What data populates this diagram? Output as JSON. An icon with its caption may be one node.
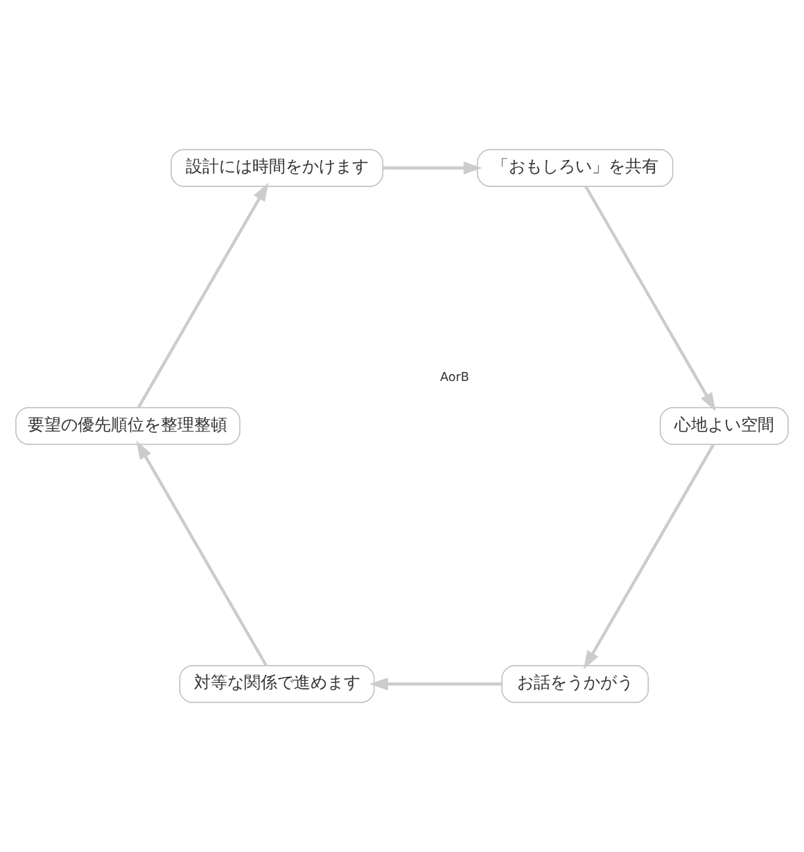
{
  "diagram": {
    "nodes": [
      {
        "text": [
          "お話をうかがう"
        ]
      },
      {
        "text": [
          "対等な関係で進めます"
        ]
      },
      {
        "text": [
          "要望の優先順位を整理整頓"
        ]
      },
      {
        "text": [
          "設計には時間をかけます"
        ]
      },
      {
        "text": [
          "「おもしろい」を共有"
        ]
      },
      {
        "text": [
          "心地よい空間"
        ]
      }
    ],
    "edges": [
      {
        "from": 0,
        "to": 1,
        "arrow": "to"
      },
      {
        "from": 1,
        "to": 2,
        "arrow": "to"
      },
      {
        "from": 2,
        "to": 3,
        "arrow": "to"
      },
      {
        "from": 3,
        "to": 4,
        "arrow": "to"
      },
      {
        "from": 4,
        "to": 5,
        "arrow": "to"
      },
      {
        "from": 5,
        "to": 0,
        "arrow": "to"
      }
    ],
    "labels": [
      "AorB"
    ]
  }
}
